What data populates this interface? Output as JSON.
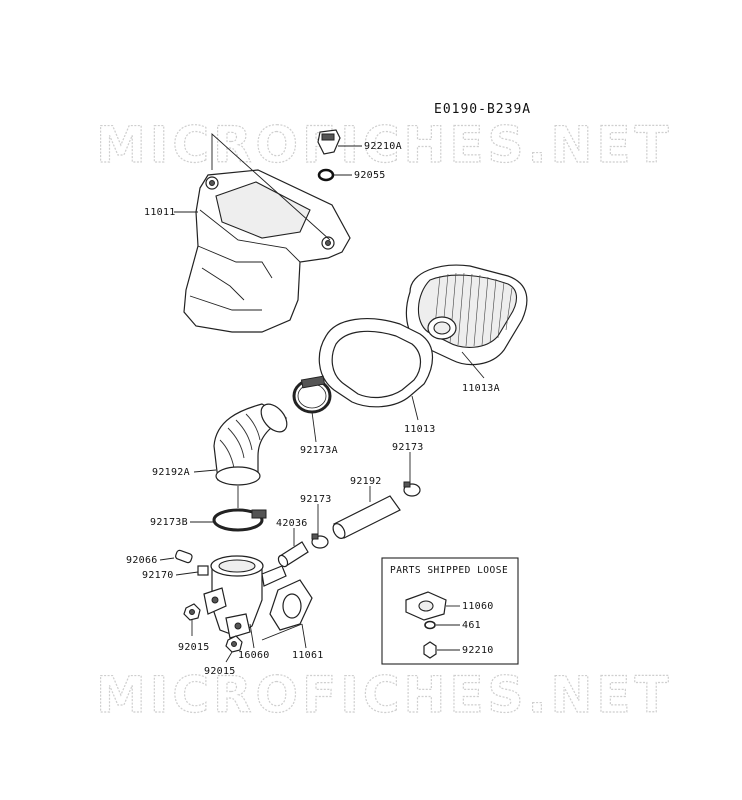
{
  "diagram_code": "E0190-B239A",
  "watermark": "MICROFICHES.NET",
  "loose_box": {
    "title": "PARTS SHIPPED LOOSE",
    "labels": [
      "11060",
      "461",
      "92210"
    ]
  },
  "part_labels": {
    "p92210A": "92210A",
    "p92055": "92055",
    "p11011": "11011",
    "p11013A": "11013A",
    "p11013": "11013",
    "p92173A": "92173A",
    "p92173_top": "92173",
    "p92192A": "92192A",
    "p92192": "92192",
    "p92173_mid": "92173",
    "p92173B": "92173B",
    "p42036": "42036",
    "p92066": "92066",
    "p92170": "92170",
    "p92015_a": "92015",
    "p16060": "16060",
    "p11061": "11061",
    "p92015_b": "92015"
  }
}
